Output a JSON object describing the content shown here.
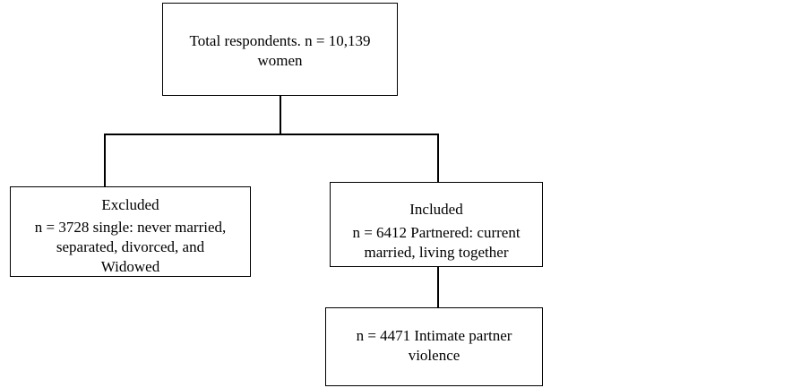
{
  "boxes": {
    "total": {
      "line1": "Total respondents. n = 10,139",
      "line2": "women"
    },
    "excluded": {
      "title": "Excluded",
      "line2": "n = 3728 single: never married,",
      "line3": "separated, divorced, and",
      "line4": "Widowed"
    },
    "included": {
      "title": "Included",
      "line2": "n = 6412 Partnered: current",
      "line3": "married, living together"
    },
    "ipv": {
      "line1": "n = 4471 Intimate partner",
      "line2": "violence"
    }
  }
}
